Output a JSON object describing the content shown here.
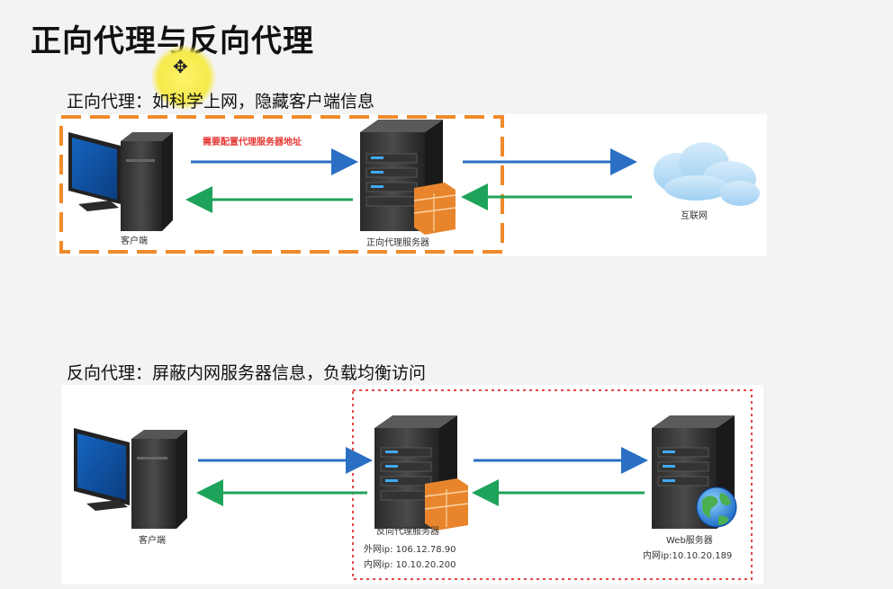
{
  "title": "正向代理与反向代理",
  "forward": {
    "subtitle": "正向代理：如科学上网，隐藏客户端信息",
    "note": "需要配置代理服务器地址",
    "client_label": "客户端",
    "proxy_label": "正向代理服务器",
    "internet_label": "互联网"
  },
  "reverse": {
    "subtitle": "反向代理：屏蔽内网服务器信息，负载均衡访问",
    "client_label": "客户端",
    "proxy_label": "反向代理服务器",
    "proxy_ext_ip": "外网ip: 106.12.78.90",
    "proxy_int_ip": "内网ip: 10.10.20.200",
    "web_label": "Web服务器",
    "web_ip": "内网ip:10.10.20.189"
  },
  "colors": {
    "forward_border": "#f08a2a",
    "reverse_border": "#e04848",
    "arrow_request": "#2a6fc4",
    "arrow_response": "#1fa35a"
  }
}
